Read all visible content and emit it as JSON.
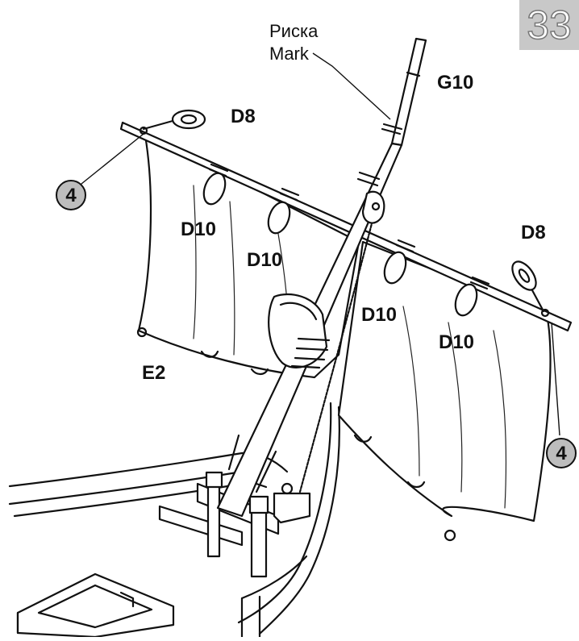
{
  "step_number": "33",
  "labels": {
    "mark_ru": "Риска",
    "mark_en": "Mark",
    "g10": "G10",
    "d8_left": "D8",
    "d8_right": "D8",
    "d10_1": "D10",
    "d10_2": "D10",
    "d10_3": "D10",
    "d10_4": "D10",
    "e2": "E2",
    "callout_left": "4",
    "callout_right": "4"
  },
  "colors": {
    "step_badge_bg": "#c8c8c8",
    "callout_fill": "#bdbdbd",
    "ink": "#111111"
  }
}
